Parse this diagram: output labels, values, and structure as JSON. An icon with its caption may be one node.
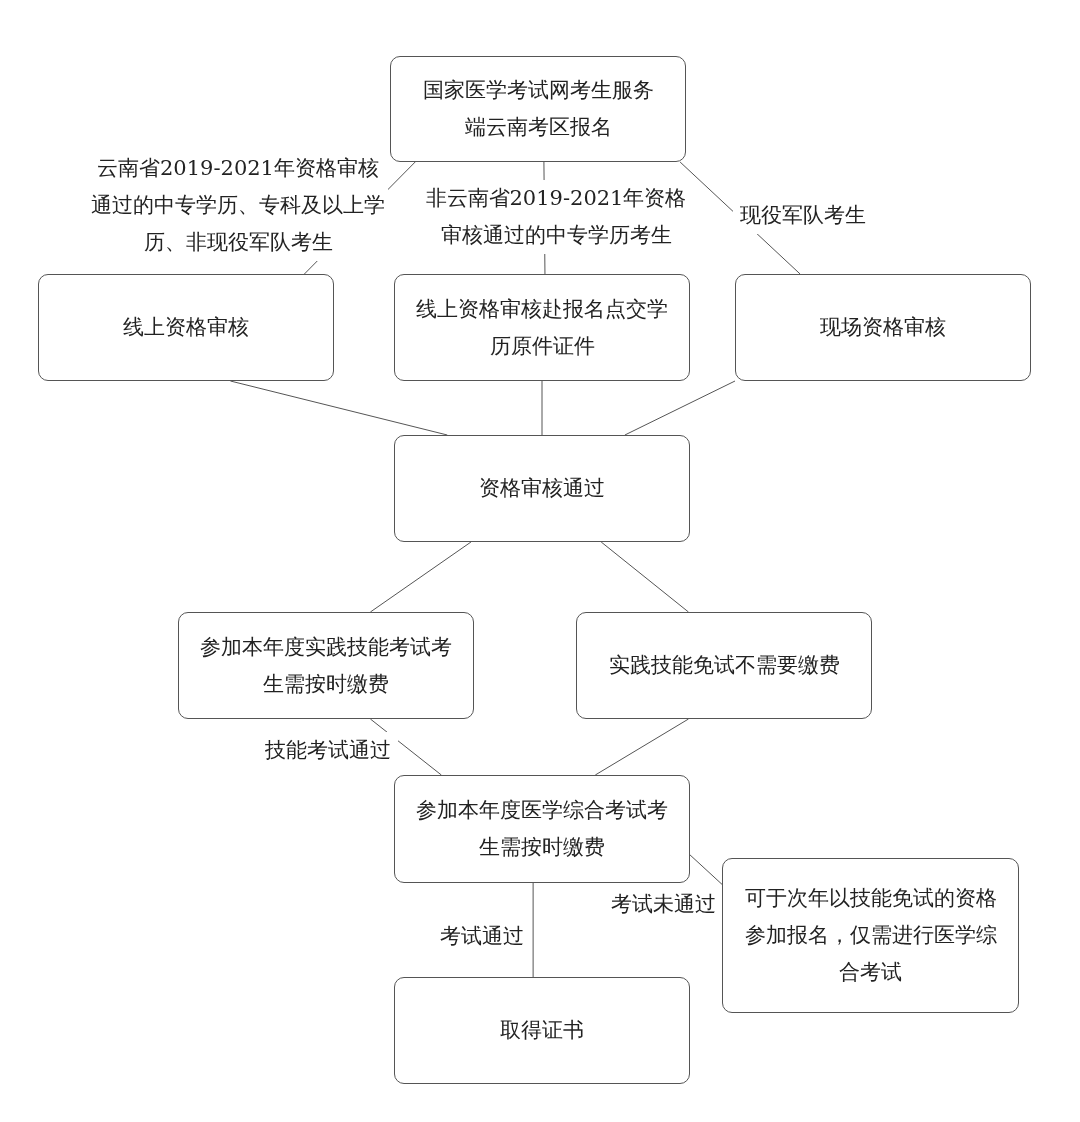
{
  "diagram": {
    "nodes": [
      {
        "text": [
          "国家医学考试网考生服务端云南考区报名"
        ]
      },
      {
        "text": [
          "线上资格审核"
        ]
      },
      {
        "text": [
          "线上资格审核赴报名点交学历原件证件"
        ]
      },
      {
        "text": [
          "现场资格审核"
        ]
      },
      {
        "text": [
          "资格审核通过"
        ]
      },
      {
        "text": [
          "参加本年度实践技能考试考生需按时缴费"
        ]
      },
      {
        "text": [
          "实践技能免试不需要缴费"
        ]
      },
      {
        "text": [
          "参加本年度医学综合考试考生需按时缴费"
        ]
      },
      {
        "text": [
          "可于次年以技能免试的资格参加报名，仅需进行医学综合考试"
        ]
      },
      {
        "text": [
          "取得证书"
        ]
      }
    ],
    "edges": [
      {
        "from": 0,
        "to": 1,
        "arrow": "none",
        "label": "云南省2019-2021年资格审核通过的中专学历、专科及以上学历、非现役军队考生"
      },
      {
        "from": 0,
        "to": 2,
        "arrow": "none",
        "label": "非云南省2019-2021年资格审核通过的中专学历考生"
      },
      {
        "from": 0,
        "to": 3,
        "arrow": "none",
        "label": "现役军队考生"
      },
      {
        "from": 1,
        "to": 4,
        "arrow": "none"
      },
      {
        "from": 2,
        "to": 4,
        "arrow": "none"
      },
      {
        "from": 3,
        "to": 4,
        "arrow": "none"
      },
      {
        "from": 4,
        "to": 5,
        "arrow": "none"
      },
      {
        "from": 4,
        "to": 6,
        "arrow": "none"
      },
      {
        "from": 5,
        "to": 7,
        "arrow": "none",
        "label": "技能考试通过"
      },
      {
        "from": 6,
        "to": 7,
        "arrow": "none"
      },
      {
        "from": 7,
        "to": 8,
        "arrow": "none",
        "label": "考试未通过"
      },
      {
        "from": 7,
        "to": 9,
        "arrow": "none",
        "label": "考试通过"
      }
    ]
  }
}
